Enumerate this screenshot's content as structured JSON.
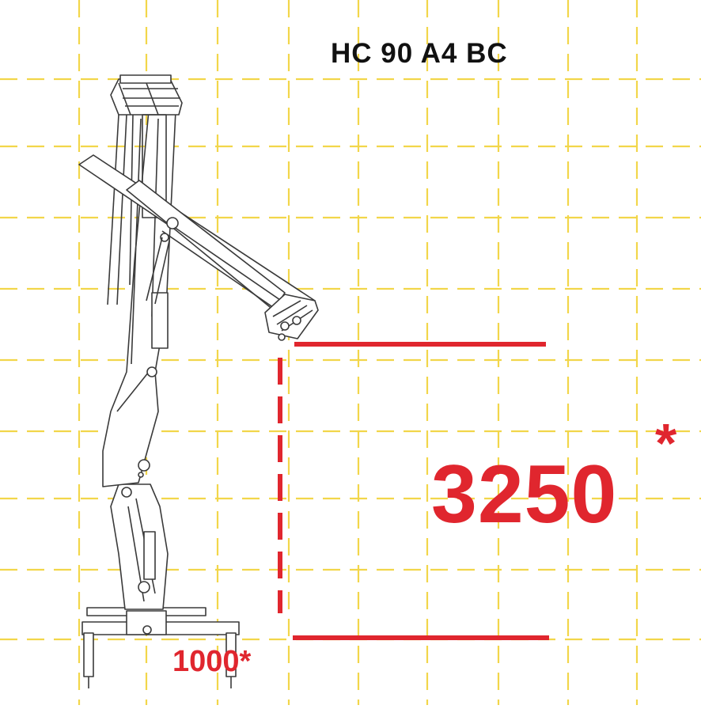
{
  "title": "HC 90 A4 BC",
  "dimensions": {
    "height": {
      "value": "3250",
      "mark": "*"
    },
    "width": {
      "value": "1000*"
    }
  },
  "colors": {
    "grid": "#f2d64a",
    "dimension": "#e0262e",
    "drawing": "#3a3a3a",
    "text": "#111111"
  }
}
